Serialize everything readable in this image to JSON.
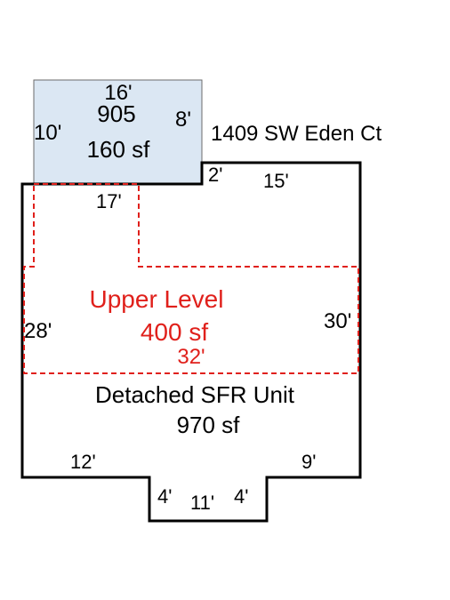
{
  "colors": {
    "outline": "#000000",
    "upper_level": "#e0201b",
    "annex_fill": "#dbe7f3",
    "annex_border": "#6b6b6b"
  },
  "annex": {
    "width_label": "16'",
    "id_label": "905",
    "area_label": "160 sf",
    "left_label": "10'",
    "right_label": "8'"
  },
  "address": "1409 SW Eden Ct",
  "main": {
    "notch_label": "2'",
    "top_right_label": "15'",
    "left_label": "28'",
    "right_label": "30'",
    "name": "Detached SFR Unit",
    "area": "970 sf",
    "bottom_left_label": "12'",
    "bottom_right_label": "9'",
    "bump_left_label": "4'",
    "bump_bottom_label": "11'",
    "bump_right_label": "4'"
  },
  "upper_level": {
    "top_label": "17'",
    "name": "Upper Level",
    "area": "400 sf",
    "width_label": "32'"
  }
}
